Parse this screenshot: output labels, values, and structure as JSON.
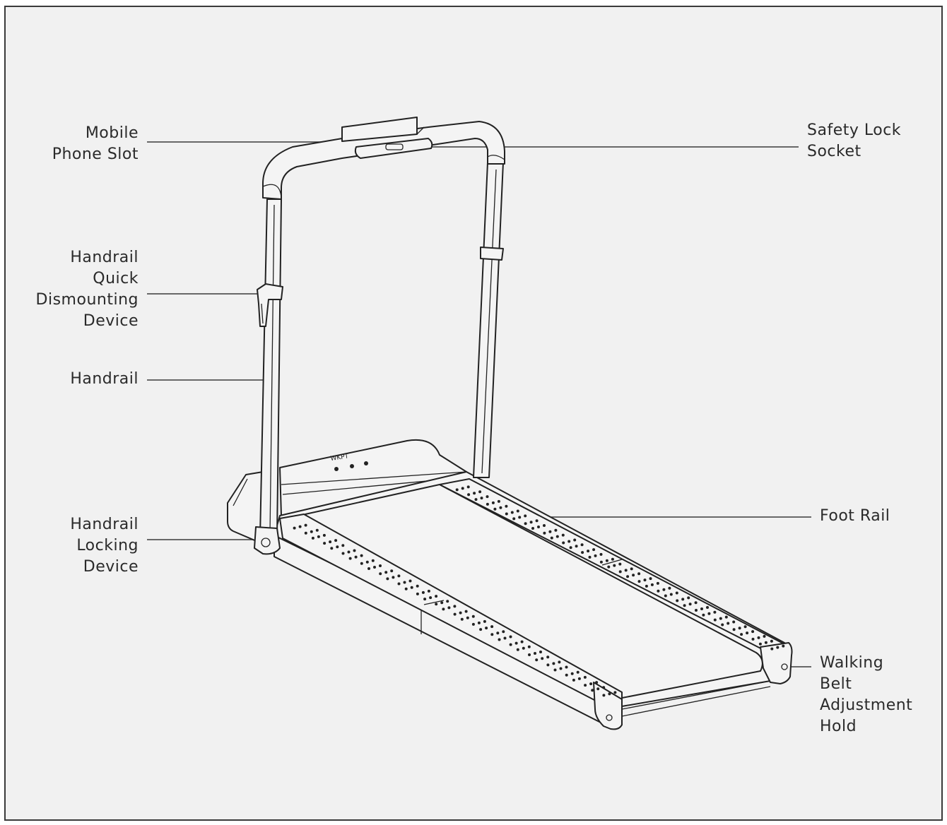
{
  "labels": {
    "mobile_phone_slot": "Mobile\nPhone Slot",
    "safety_lock_socket": "Safety Lock\nSocket",
    "handrail_quick_dismounting_device": "Handrail\nQuick\nDismounting\nDevice",
    "handrail": "Handrail",
    "handrail_locking_device": "Handrail\nLocking\nDevice",
    "foot_rail": "Foot Rail",
    "walking_belt_adjustment_hold": "Walking\nBelt\nAdjustment\nHold"
  },
  "console_brand": "WKPT",
  "colors": {
    "background": "#f1f1f1",
    "line": "#222222",
    "text": "#2a2a2a"
  }
}
